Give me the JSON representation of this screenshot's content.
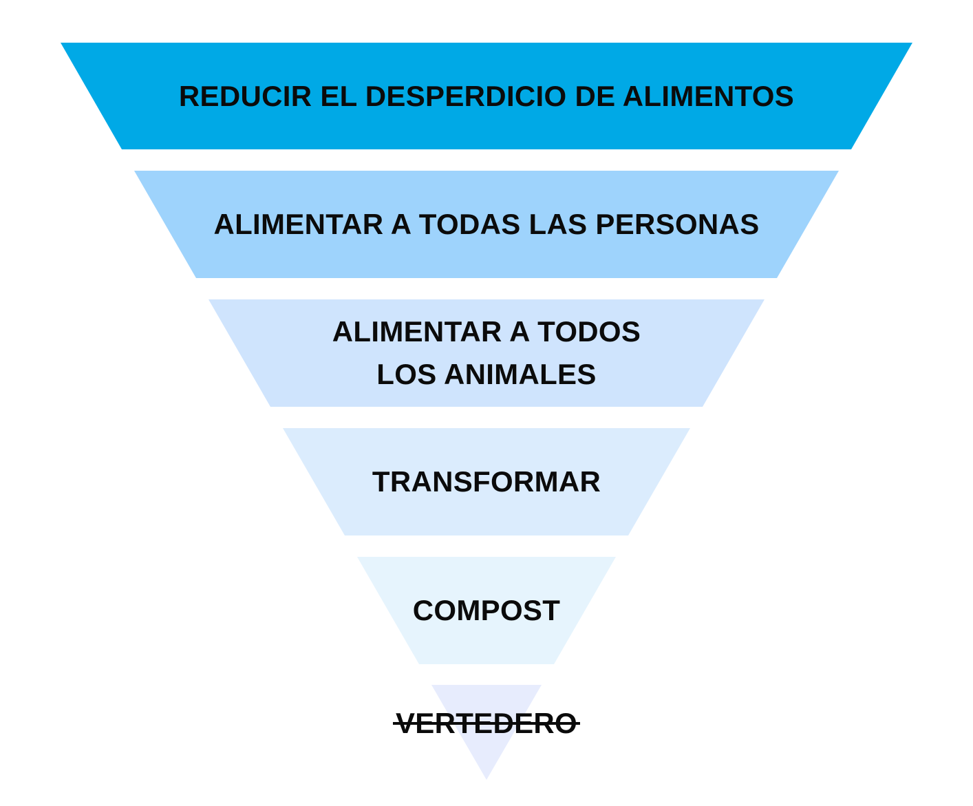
{
  "diagram": {
    "type": "inverted-pyramid",
    "levels": [
      {
        "lines": [
          "REDUCIR EL DESPERDICIO DE ALIMENTOS"
        ],
        "color": "#00a9e6",
        "struck": false
      },
      {
        "lines": [
          "ALIMENTAR A TODAS LAS PERSONAS"
        ],
        "color": "#9ed3fc",
        "struck": false
      },
      {
        "lines": [
          "ALIMENTAR A TODOS",
          "LOS ANIMALES"
        ],
        "color": "#cfe4fd",
        "struck": false
      },
      {
        "lines": [
          "TRANSFORMAR"
        ],
        "color": "#dbecfd",
        "struck": false
      },
      {
        "lines": [
          "COMPOST"
        ],
        "color": "#e6f4fd",
        "struck": false
      },
      {
        "lines": [
          "VERTEDERO"
        ],
        "color": "#e7ecfd",
        "struck": true
      }
    ]
  }
}
